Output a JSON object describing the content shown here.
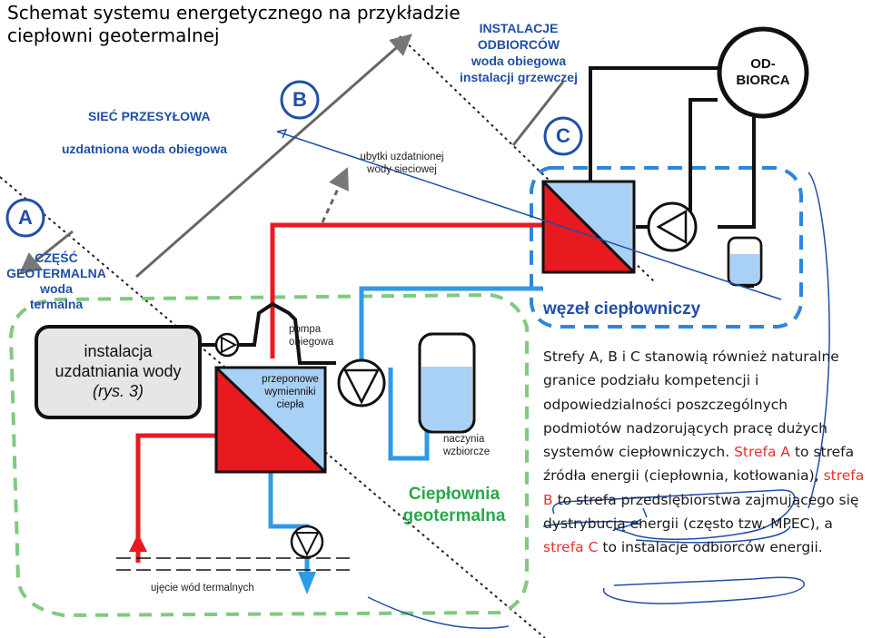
{
  "title": {
    "line1": "Schemat systemu energetycznego na przykładzie",
    "line2": "ciepłowni geotermalnej"
  },
  "labels": {
    "installations_line1": "INSTALACJE",
    "installations_line2": "ODBIORCÓW",
    "installations_line3": "woda obiegowa",
    "installations_line4": "instalacji grzewczej",
    "consumer_line1": "OD-",
    "consumer_line2": "BIORCA",
    "network_title": "SIEĆ PRZESYŁOWA",
    "network_sub": "uzdatniona woda obiegowa",
    "losses_line1": "ubytki uzdatnionej",
    "losses_line2": "wody sieciowej",
    "zone_a": "A",
    "zone_b": "B",
    "zone_c": "C",
    "geo_part_line1": "CZĘŚĆ",
    "geo_part_line2": "GEOTERMALNA",
    "geo_part_line3": "woda",
    "geo_part_line4": "termalna",
    "treatment_line1": "instalacja",
    "treatment_line2": "uzdatniania wody",
    "treatment_line3": "(rys. 3)",
    "pump_line1": "pompa",
    "pump_line2": "obiegowa",
    "exchangers_line1": "przeponowe",
    "exchangers_line2": "wymienniki",
    "exchangers_line3": "ciepła",
    "vessels_line1": "naczynia",
    "vessels_line2": "wzbiorcze",
    "plant_line1": "Ciepłownia",
    "plant_line2": "geotermalna",
    "substation": "węzeł ciepłowniczy",
    "intake": "ujęcie wód termalnych"
  },
  "description": {
    "part1": "Strefy A, B i C stanowią również naturalne granice podziału kompetencji i odpowiedzialności poszczególnych podmiotów nadzorujących pracę dużych systemów ciepłowniczych. ",
    "zone_a": "Strefa A",
    "part2": " to strefa źródła energii (ciepłownia, kotłowania), ",
    "zone_b": "strefa B",
    "part3": " to strefa przedsiębiorstwa zajmującego się dystrybucją energii (często tzw. MPEC), a ",
    "zone_c": "strefa C",
    "part4": " to instalacje odbiorców energii."
  },
  "colors": {
    "hot": "#e8191f",
    "cold": "#2e9be6",
    "exchanger_cold": "#a9d0f5",
    "dashed_green": "#7ecb7e",
    "dashed_blue": "#2e86de",
    "zone_circle": "#1f4fa8",
    "annotation": "#1f4fa8",
    "highlight": "#e8322b",
    "plant_text": "#2aa84a"
  },
  "icons": {
    "pump": "pump-icon",
    "exchanger": "heat-exchanger-icon",
    "vessel": "expansion-vessel-icon"
  }
}
